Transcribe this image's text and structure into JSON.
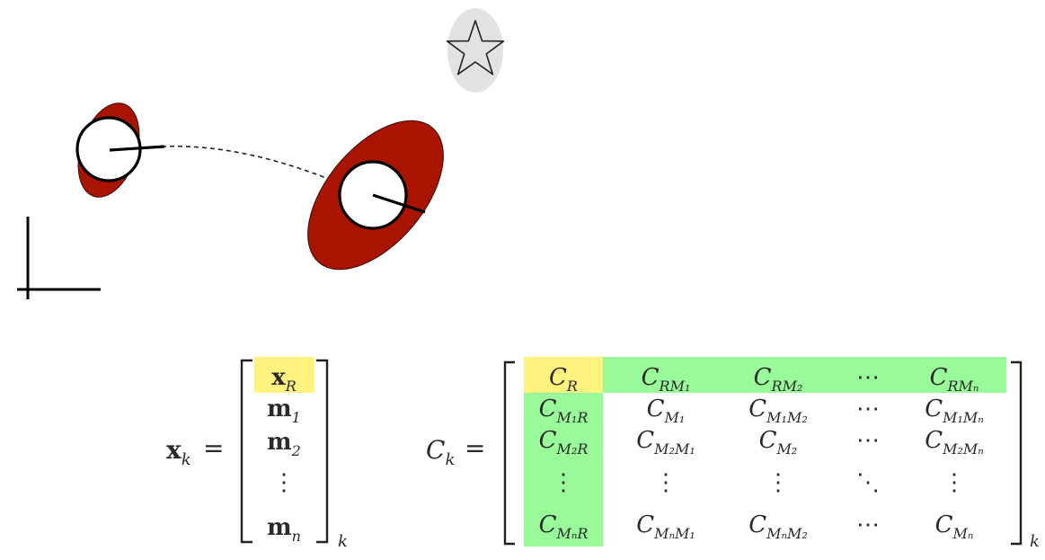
{
  "colors": {
    "ellipse_fill": "#a81400",
    "landmark_fill": "#e2e2e2",
    "robot_highlight": "#fff27f",
    "cross_highlight": "#98fa98",
    "ink": "#111111"
  },
  "scene": {
    "robot_previous": "robot-pose-circle",
    "robot_current": "robot-pose-circle",
    "landmark_icon": "star-icon",
    "trajectory": "dashed-line",
    "reference_frame": "axes"
  },
  "state_vector": {
    "lhs_symbol": "x",
    "lhs_subscript": "k",
    "equals": "=",
    "rows": [
      {
        "base": "x",
        "sub": "R",
        "bold": true
      },
      {
        "base": "m",
        "sub": "1",
        "bold": true
      },
      {
        "base": "m",
        "sub": "2",
        "bold": true
      },
      {
        "base": "⋮",
        "sub": "",
        "bold": false
      },
      {
        "base": "m",
        "sub": "n",
        "bold": true
      }
    ],
    "outer_subscript": "k"
  },
  "covariance": {
    "lhs_symbol": "C",
    "lhs_subscript": "k",
    "equals": "=",
    "rows": [
      [
        {
          "base": "C",
          "sub": "R"
        },
        {
          "base": "C",
          "sub": "RM₁"
        },
        {
          "base": "C",
          "sub": "RM₂"
        },
        {
          "base": "⋯",
          "sub": ""
        },
        {
          "base": "C",
          "sub": "RMₙ"
        }
      ],
      [
        {
          "base": "C",
          "sub": "M₁R"
        },
        {
          "base": "C",
          "sub": "M₁"
        },
        {
          "base": "C",
          "sub": "M₁M₂"
        },
        {
          "base": "⋯",
          "sub": ""
        },
        {
          "base": "C",
          "sub": "M₁Mₙ"
        }
      ],
      [
        {
          "base": "C",
          "sub": "M₂R"
        },
        {
          "base": "C",
          "sub": "M₂M₁"
        },
        {
          "base": "C",
          "sub": "M₂"
        },
        {
          "base": "⋯",
          "sub": ""
        },
        {
          "base": "C",
          "sub": "M₂Mₙ"
        }
      ],
      [
        {
          "base": "⋮",
          "sub": ""
        },
        {
          "base": "⋮",
          "sub": ""
        },
        {
          "base": "⋮",
          "sub": ""
        },
        {
          "base": "⋱",
          "sub": ""
        },
        {
          "base": "⋮",
          "sub": ""
        }
      ],
      [
        {
          "base": "C",
          "sub": "MₙR"
        },
        {
          "base": "C",
          "sub": "MₙM₁"
        },
        {
          "base": "C",
          "sub": "MₙM₂"
        },
        {
          "base": "⋯",
          "sub": ""
        },
        {
          "base": "C",
          "sub": "Mₙ"
        }
      ]
    ],
    "outer_subscript": "k"
  }
}
